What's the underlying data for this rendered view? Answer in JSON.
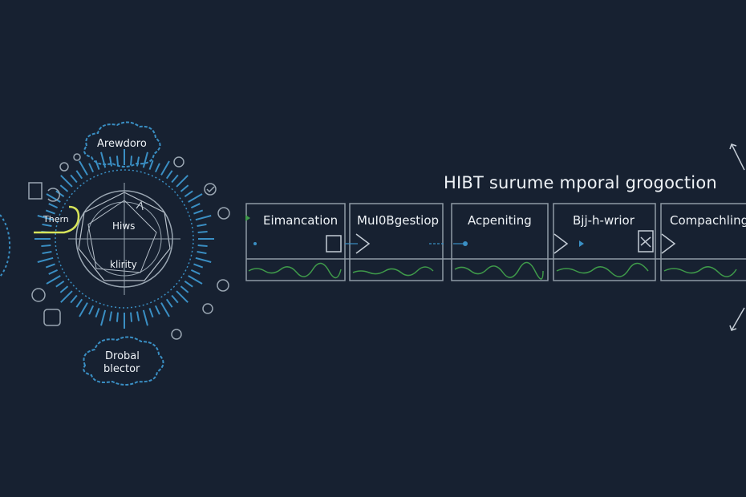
{
  "diagram": {
    "title": "HIBT surume mporal grogoction",
    "hub": {
      "top_cloud": "Arewdoro",
      "center_top": "Hiws",
      "center_bottom": "klirity",
      "left_tag": "Thern",
      "bottom_cloud_line1": "Drobal",
      "bottom_cloud_line2": "blector"
    },
    "stages": [
      {
        "label": "Eimancation"
      },
      {
        "label": "MuI0Bgestiop"
      },
      {
        "label": "Acpeniting"
      },
      {
        "label": "Bjj-h-wrior"
      },
      {
        "label": "Compachling"
      }
    ],
    "colors": {
      "background": "#172131",
      "accent_blue": "#3a8fc4",
      "wave_green": "#3f9a4a",
      "hook_yellow": "#d7e45a",
      "frame": "#8f9aa6"
    }
  }
}
